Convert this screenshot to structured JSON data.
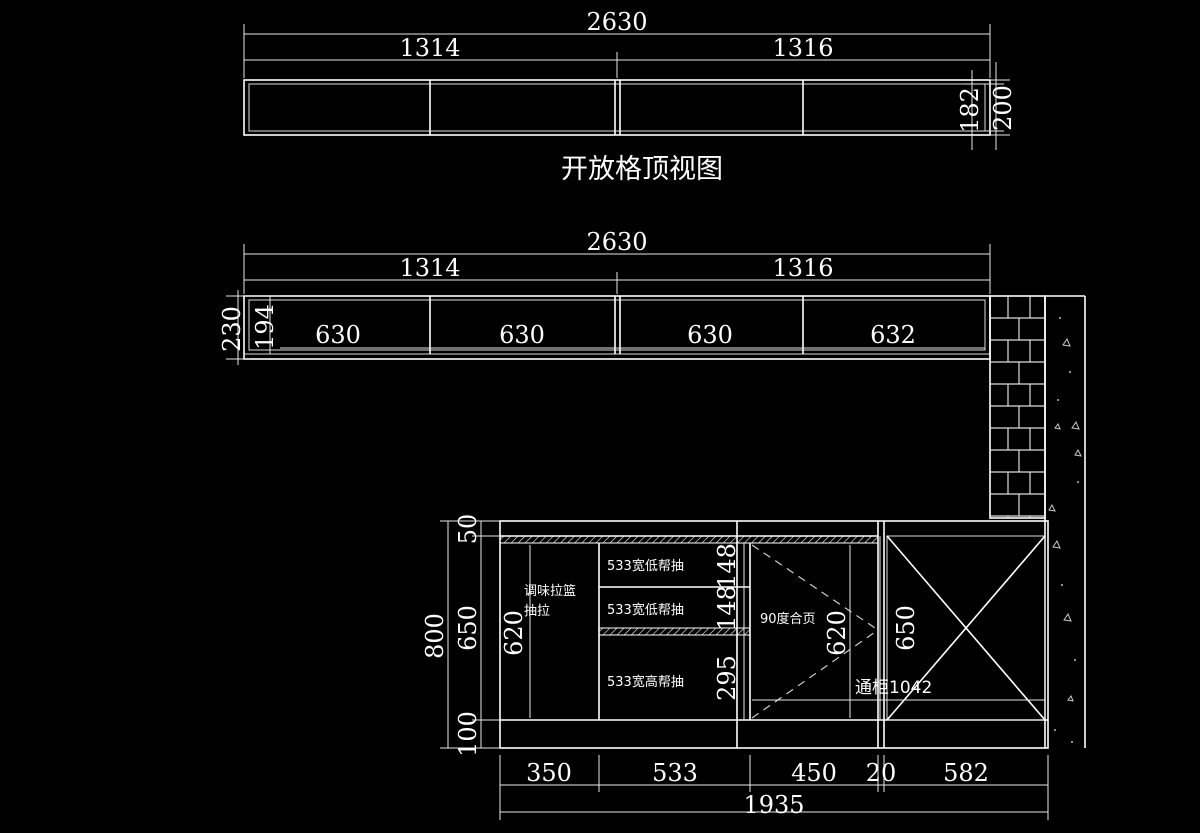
{
  "top_view": {
    "overall": "2630",
    "left_half": "1314",
    "right_half": "1316",
    "depth_inner": "182",
    "depth_outer": "200",
    "title": "开放格顶视图"
  },
  "front_view": {
    "overall": "2630",
    "left_half": "1314",
    "right_half": "1316",
    "bays": [
      "630",
      "630",
      "630",
      "632"
    ],
    "height_outer": "230",
    "height_inner": "194"
  },
  "base_cabinet": {
    "heights_left": {
      "total": "800",
      "top": "50",
      "mid": "650",
      "bottom": "100"
    },
    "drawer1": "533宽低帮抽",
    "drawer2": "533宽低帮抽",
    "drawer3": "533宽高帮抽",
    "basket_line1": "调味拉篮",
    "basket_line2": "抽拉",
    "basket_height": "620",
    "drawer_h1": "148",
    "drawer_h2": "148",
    "drawer_h3": "295",
    "door_label": "90度合页",
    "door_height": "620",
    "open_height": "650",
    "open_label": "通柜1042",
    "widths": [
      "350",
      "533",
      "450",
      "20",
      "582"
    ],
    "total_width": "1935"
  }
}
